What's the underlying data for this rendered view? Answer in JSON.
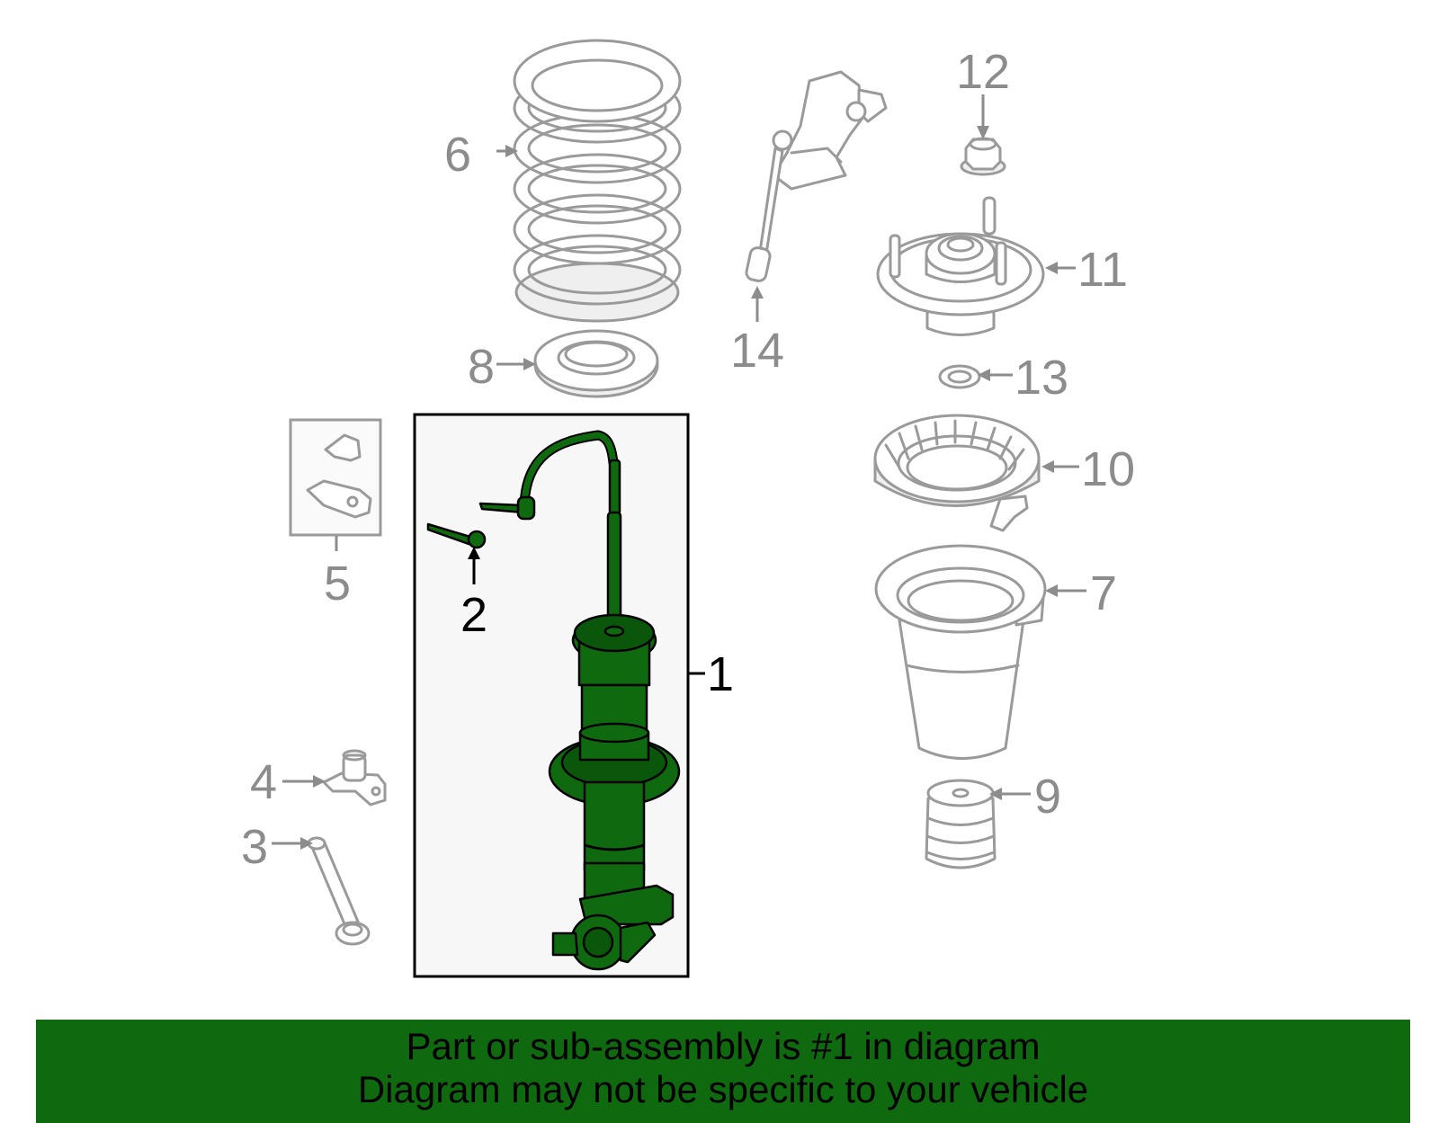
{
  "callouts": {
    "c1": "1",
    "c2": "2",
    "c3": "3",
    "c4": "4",
    "c5": "5",
    "c6": "6",
    "c7": "7",
    "c8": "8",
    "c9": "9",
    "c10": "10",
    "c11": "11",
    "c12": "12",
    "c13": "13",
    "c14": "14"
  },
  "highlight_color": "#0f6a0f",
  "footer": {
    "line1": "Part or sub-assembly is #1 in diagram",
    "line2": "Diagram may not be specific to your vehicle"
  }
}
